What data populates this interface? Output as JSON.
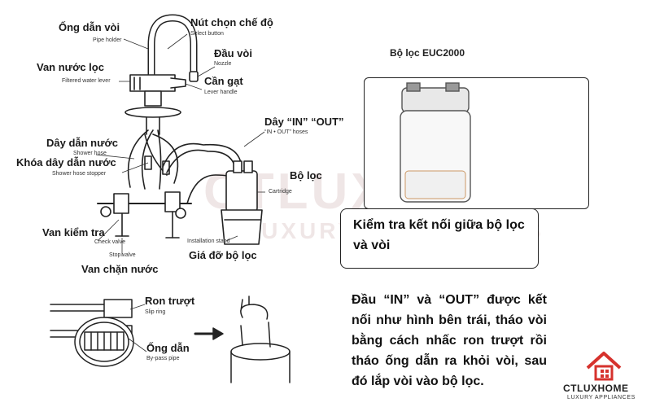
{
  "labels": {
    "pipe_holder_vn": "Ống dẫn vòi",
    "pipe_holder_en": "Pipe holder",
    "select_button_vn": "Nút chọn chế độ",
    "select_button_en": "Select button",
    "nozzle_vn": "Đầu vòi",
    "nozzle_en": "Nozzle",
    "filtered_lever_vn": "Van nước lọc",
    "filtered_lever_en": "Filtered water lever",
    "lever_handle_vn": "Cần gạt",
    "lever_handle_en": "Lever handle",
    "hoses_vn": "Dây “IN” “OUT”",
    "hoses_en": "“IN • OUT” hoses",
    "shower_hose_vn": "Dây dẫn nước",
    "shower_hose_en": "Shower hose",
    "hose_stopper_vn": "Khóa dây dẫn nước",
    "hose_stopper_en": "Shower hose stopper",
    "filter_vn": "Bộ lọc",
    "cartridge_en": "Cartridge",
    "check_valve_vn": "Van kiểm tra",
    "check_valve_en": "Check valve",
    "stop_valve_en": "Stop valve",
    "stop_valve_vn": "Van chặn nước",
    "installation_stand_en": "Installation stand",
    "installation_stand_vn": "Giá đỡ bộ lọc",
    "slip_ring_vn": "Ron trượt",
    "slip_ring_en": "Slip ring",
    "bypass_pipe_vn": "Ống dẫn",
    "bypass_pipe_en": "By-pass pipe"
  },
  "filter_product": {
    "title": "Bộ lọc EUC2000"
  },
  "callout": {
    "text": "Kiểm tra kết nối giữa bộ lọc và vòi"
  },
  "description": {
    "text": "Đầu “IN” và “OUT” được kết nối như hình bên trái, tháo vòi bằng cách nhấc ron trượt rồi tháo ống dẫn ra khỏi vòi, sau đó lắp vòi vào bộ lọc."
  },
  "brand": {
    "name": "CTLUXHOME",
    "tagline": "LUXURY APPLIANCES",
    "accent_color": "#d6322d"
  }
}
